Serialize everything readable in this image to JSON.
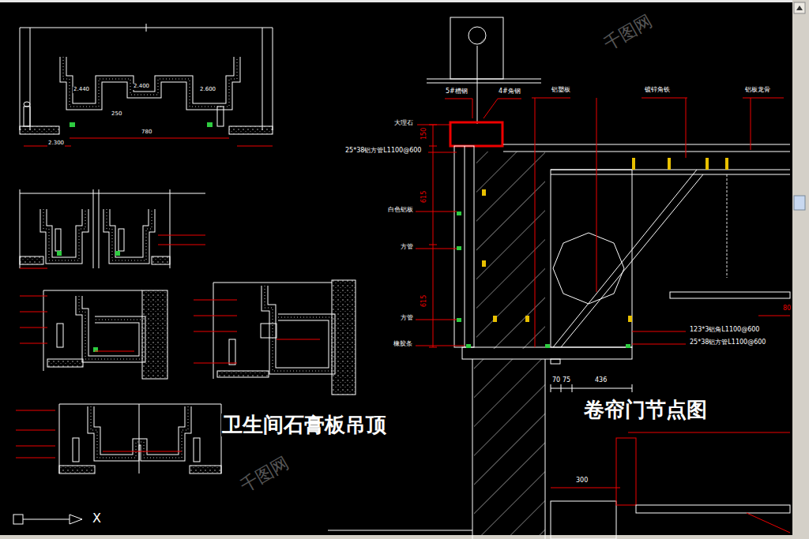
{
  "diagram": {
    "labels": [
      "卫生间石膏板吊顶",
      "卷帘门节点图",
      "5#槽钢",
      "4#角钢",
      "铝塑板",
      "镀锌角铁",
      "铝板龙骨",
      "大理石",
      "25*38铝方管L1100@600",
      "白色铝板",
      "方管",
      "方管",
      "橡胶条",
      "123*3铝角L1100@600",
      "25*38铝方管L1100@600",
      "150",
      "615",
      "615",
      "70",
      "75",
      "436",
      "300",
      "80",
      "X",
      "2.440",
      "2.400",
      "2.600",
      "780",
      "2.300",
      "250",
      "千图网",
      "千图网"
    ]
  }
}
